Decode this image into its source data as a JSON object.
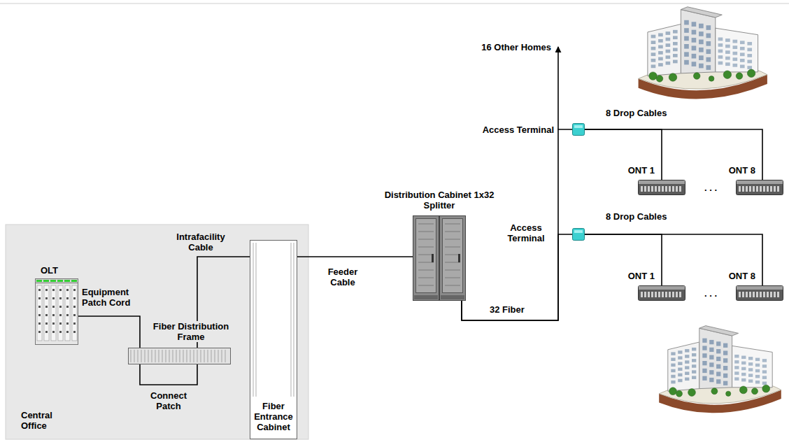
{
  "diagram": {
    "nodes": [
      {
        "text": [
          "Central Office"
        ]
      },
      {
        "text": [
          "OLT"
        ],
        "in": 0
      },
      {
        "text": [
          "Fiber Distribution Frame"
        ],
        "in": 0
      },
      {
        "text": [
          "Fiber Entrance Cabinet"
        ],
        "in": 0
      },
      {
        "text": [
          "Distribution Cabinet 1x32 Splitter"
        ]
      },
      {
        "text": [
          "Access Terminal"
        ]
      },
      {
        "text": [
          "ONT 1"
        ]
      },
      {
        "text": [
          "ONT 8"
        ]
      },
      {
        "text": [
          "Access Terminal"
        ]
      },
      {
        "text": [
          "ONT 1"
        ]
      },
      {
        "text": [
          "ONT 8"
        ]
      }
    ],
    "edges": [
      {
        "from": 1,
        "to": 2,
        "arrow": "none"
      },
      {
        "from": 2,
        "to": 3,
        "arrow": "none"
      },
      {
        "from": 3,
        "to": 4,
        "arrow": "none"
      },
      {
        "from": 4,
        "to": 8,
        "arrow": "none"
      },
      {
        "from": 4,
        "to": 5,
        "arrow": "none"
      },
      {
        "from": 5,
        "to": 6,
        "arrow": "none"
      },
      {
        "from": 5,
        "to": 7,
        "arrow": "none"
      },
      {
        "from": 8,
        "to": 9,
        "arrow": "none"
      },
      {
        "from": 8,
        "to": 10,
        "arrow": "none"
      }
    ],
    "labels": [
      "16 Other Homes",
      "8 Drop Cables",
      "8 Drop Cables",
      "Intrafacility Cable",
      "Feeder Cable",
      "32 Fiber",
      "Equipment Patch Cord",
      "Connect Patch",
      ". . .",
      ". . ."
    ]
  }
}
